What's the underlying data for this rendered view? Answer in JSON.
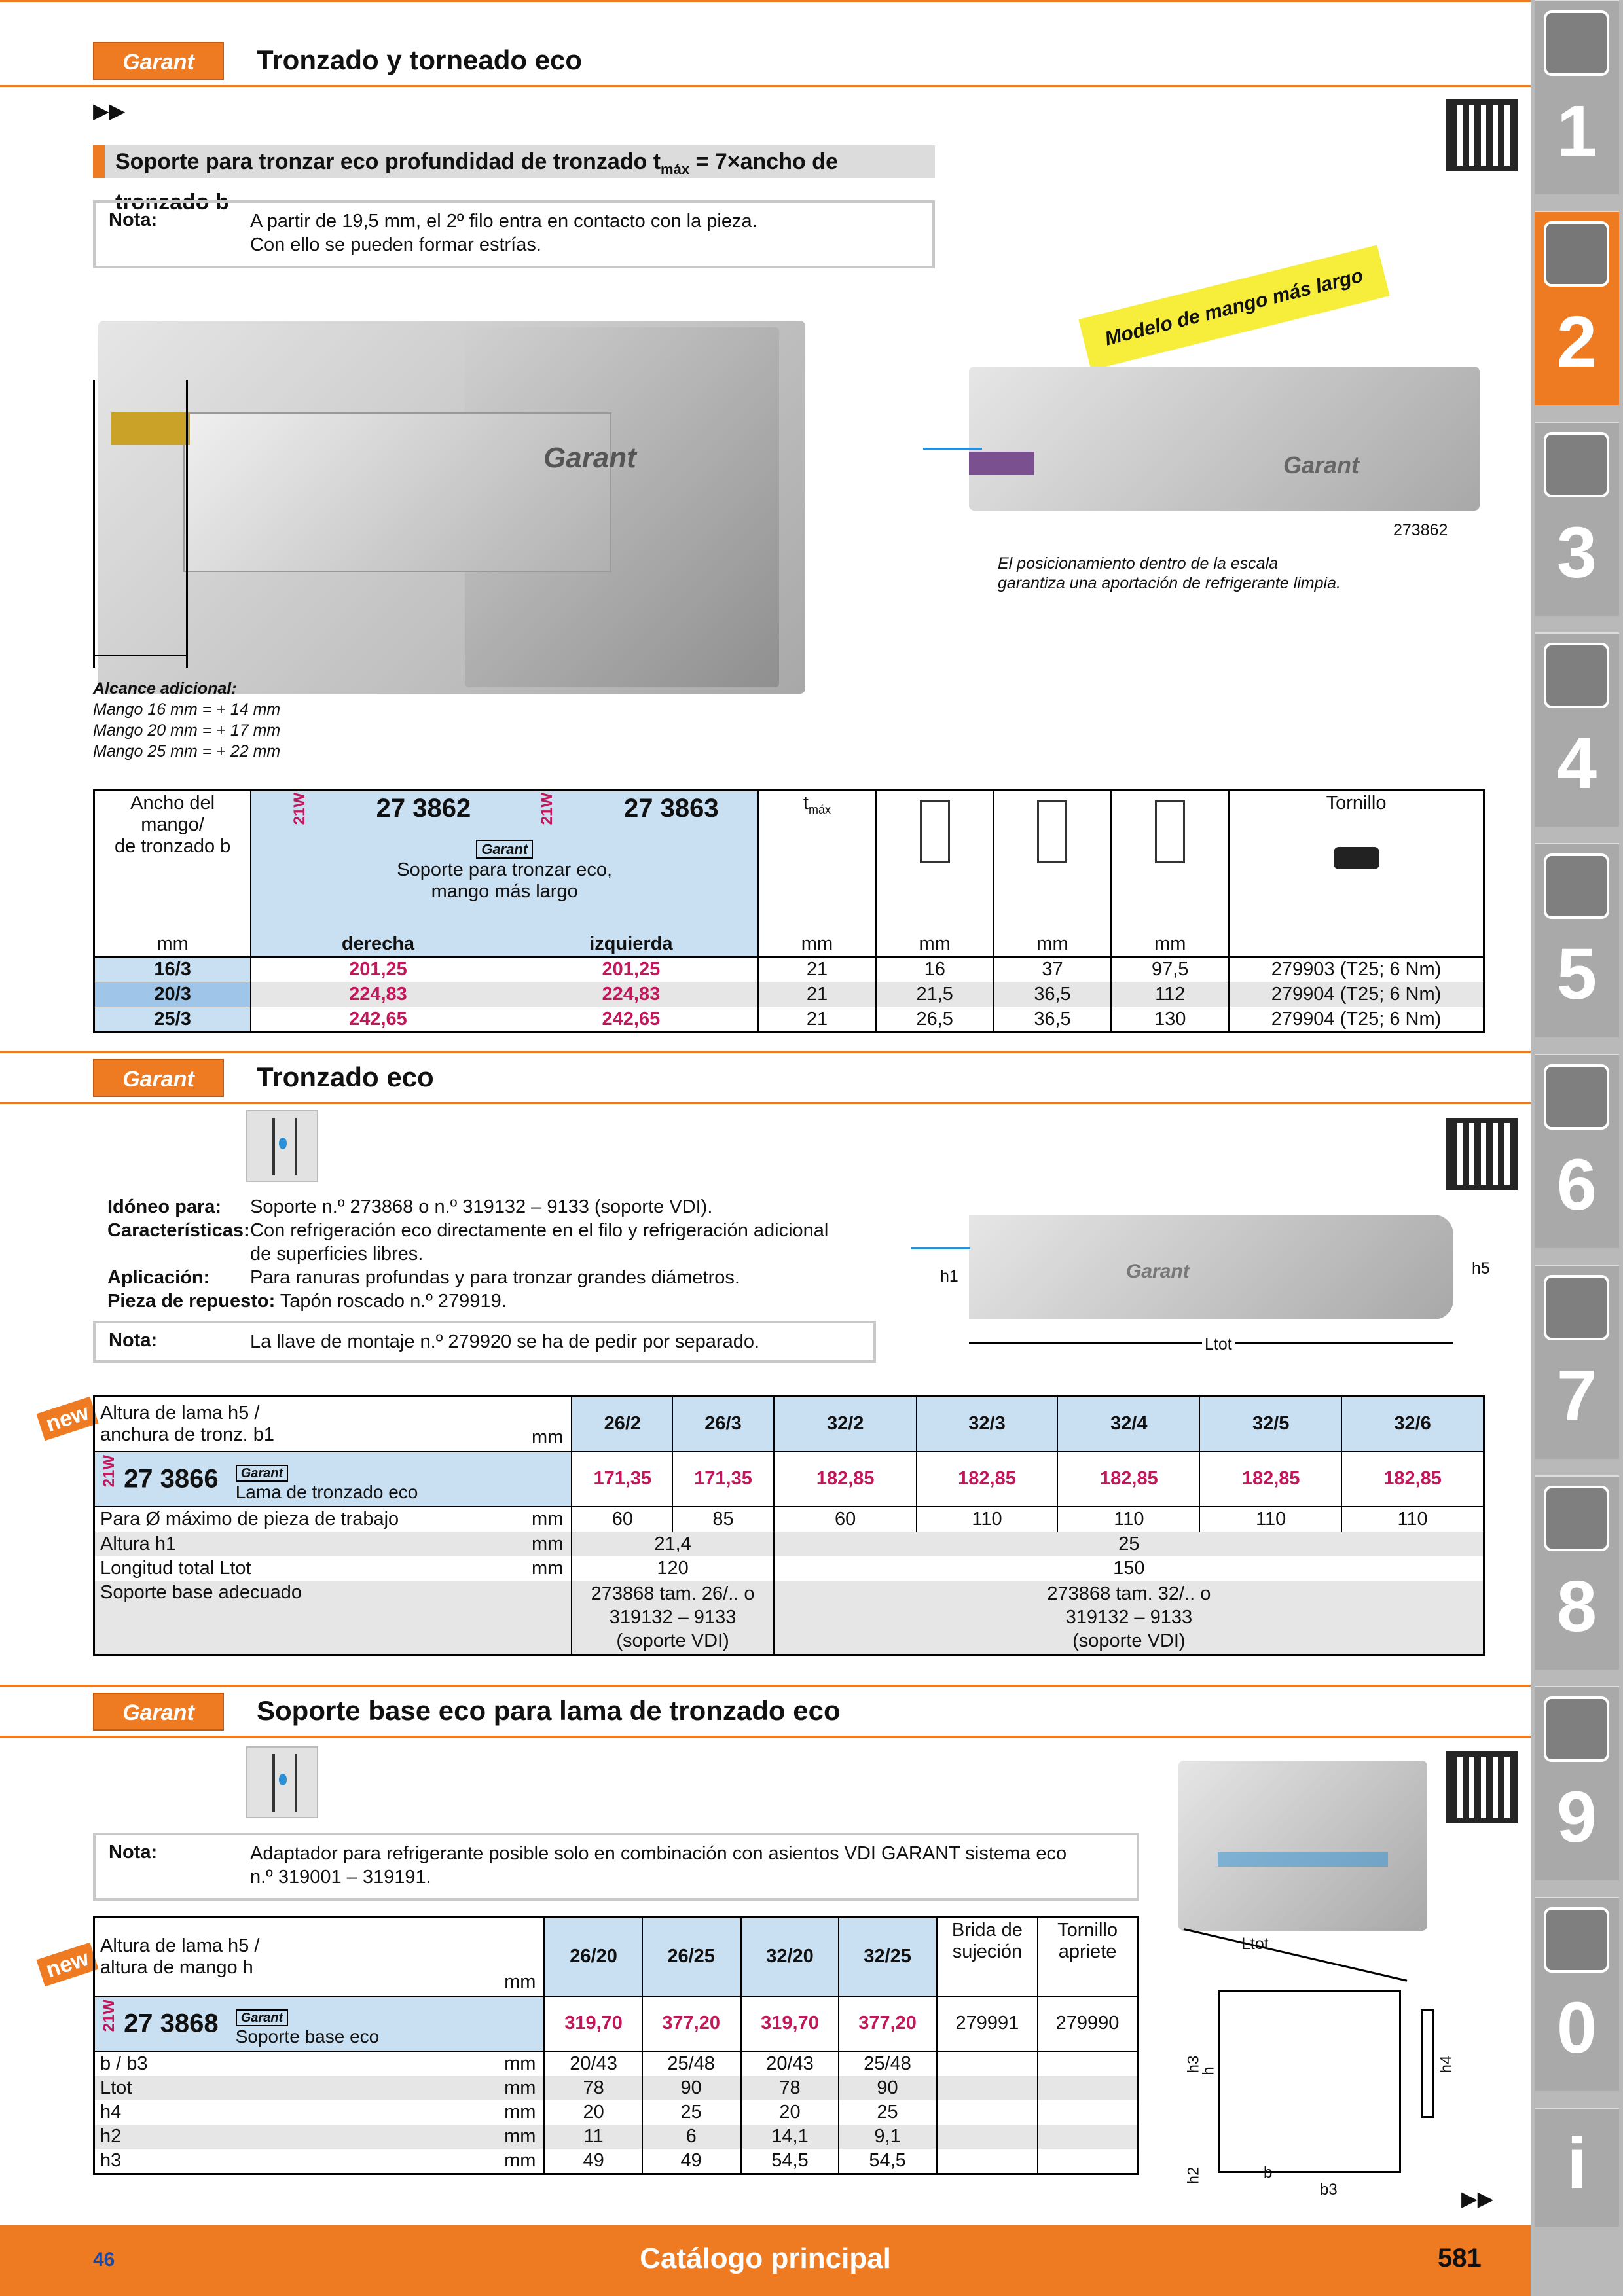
{
  "brand": "Garant",
  "section1": {
    "title": "Tronzado y torneado eco",
    "subtitle_main": "Soporte para tronzar eco profundidad de tronzado t",
    "subtitle_sub": "máx",
    "subtitle_end": " = 7×ancho de tronzado b",
    "note_label": "Nota:",
    "note_line1": "A partir de 19,5 mm, el 2º filo entra en contacto con la pieza.",
    "note_line2": "Con ello se pueden formar estrías.",
    "banner": "Modelo de mango más largo",
    "photo_caption": "273862",
    "coolant_caption1": "El posicionamiento dentro de la escala",
    "coolant_caption2": "garantiza una aportación de refrigerante limpia.",
    "reach_title": "Alcance adicional:",
    "reach_lines": [
      "Mango 16 mm = + 14 mm",
      "Mango 20 mm = + 17 mm",
      "Mango 25 mm = + 22 mm"
    ],
    "table": {
      "h_col1_line1": "Ancho del mango/",
      "h_col1_line2": "de tronzado b",
      "art1": "27 3862",
      "art2": "27 3863",
      "code_tag": "21W",
      "desc1": "Soporte para tronzar eco,",
      "desc2": "mango más largo",
      "tmax": "t",
      "tmax_sub": "máx",
      "tornillo": "Tornillo",
      "units": [
        "mm",
        "derecha",
        "izquierda",
        "mm",
        "mm",
        "mm",
        "mm"
      ],
      "rows": [
        [
          "16/3",
          "201,25",
          "201,25",
          "21",
          "16",
          "37",
          "97,5",
          "279903 (T25; 6 Nm)"
        ],
        [
          "20/3",
          "224,83",
          "224,83",
          "21",
          "21,5",
          "36,5",
          "112",
          "279904 (T25; 6 Nm)"
        ],
        [
          "25/3",
          "242,65",
          "242,65",
          "21",
          "26,5",
          "36,5",
          "130",
          "279904 (T25; 6 Nm)"
        ]
      ]
    }
  },
  "section2": {
    "title": "Tronzado eco",
    "idoneo_label": "Idóneo para:",
    "idoneo": "Soporte n.º 273868 o n.º 319132 – 9133 (soporte VDI).",
    "caract_label": "Características:",
    "caract1": "Con refrigeración eco directamente en el filo y refrigeración adicional",
    "caract2": "de superficies libres.",
    "aplic_label": "Aplicación:",
    "aplic": "Para ranuras profundas y para tronzar grandes diámetros.",
    "pieza_label": "Pieza de repuesto:",
    "pieza": "Tapón roscado n.º 279919.",
    "note_label": "Nota:",
    "note": "La llave de montaje n.º 279920 se ha de pedir por separado.",
    "dim_h1": "h1",
    "dim_h5": "h5",
    "dim_ltot": "Ltot",
    "new": "new",
    "table": {
      "h_line1": "Altura de lama h5 /",
      "h_line2": "anchura de tronz. b1",
      "mm": "mm",
      "cols": [
        "26/2",
        "26/3",
        "32/2",
        "32/3",
        "32/4",
        "32/5",
        "32/6"
      ],
      "code_tag": "21W",
      "art": "27 3866",
      "desc": "Lama de tronzado eco",
      "prices": [
        "171,35",
        "171,35",
        "182,85",
        "182,85",
        "182,85",
        "182,85",
        "182,85"
      ],
      "r1_label": "Para Ø máximo de pieza de trabajo",
      "r1": [
        "60",
        "85",
        "60",
        "110",
        "110",
        "110",
        "110"
      ],
      "r2_label": "Altura h1",
      "r2": [
        "21,4",
        "25"
      ],
      "r3_label": "Longitud total Ltot",
      "r3": [
        "120",
        "150"
      ],
      "r4_label": "Soporte base adecuado",
      "r4a": [
        "273868 tam. 26/.. o",
        "319132 – 9133",
        "(soporte VDI)"
      ],
      "r4b": [
        "273868 tam. 32/.. o",
        "319132 – 9133",
        "(soporte VDI)"
      ]
    }
  },
  "section3": {
    "title": "Soporte base eco para lama de tronzado eco",
    "note_label": "Nota:",
    "note1": "Adaptador para refrigerante posible solo en combinación con asientos VDI GARANT sistema eco",
    "note2": "n.º 319001 – 319191.",
    "new": "new",
    "dim_ltot": "Ltot",
    "dim_h": "h",
    "dim_h2": "h2",
    "dim_h3": "h3",
    "dim_h4": "h4",
    "dim_b": "b",
    "dim_b3": "b3",
    "table": {
      "h_line1": "Altura de lama h5 /",
      "h_line2": "altura de mango h",
      "mm": "mm",
      "cols": [
        "26/20",
        "26/25",
        "32/20",
        "32/25"
      ],
      "brida": "Brida de sujeción",
      "tornillo": "Tornillo apriete",
      "code_tag": "21W",
      "art": "27 3868",
      "desc": "Soporte base eco",
      "prices": [
        "319,70",
        "377,20",
        "319,70",
        "377,20"
      ],
      "brida_val": "279991",
      "tornillo_val": "279990",
      "rows": [
        {
          "label": "b / b3",
          "vals": [
            "20/43",
            "25/48",
            "20/43",
            "25/48"
          ]
        },
        {
          "label": "Ltot",
          "vals": [
            "78",
            "90",
            "78",
            "90"
          ]
        },
        {
          "label": "h4",
          "vals": [
            "20",
            "25",
            "20",
            "25"
          ]
        },
        {
          "label": "h2",
          "vals": [
            "11",
            "6",
            "14,1",
            "9,1"
          ]
        },
        {
          "label": "h3",
          "vals": [
            "49",
            "49",
            "54,5",
            "54,5"
          ]
        }
      ]
    }
  },
  "footer": {
    "page_left": "46",
    "center": "Catálogo principal",
    "page_right": "581"
  },
  "tabs": [
    "1",
    "2",
    "3",
    "4",
    "5",
    "6",
    "7",
    "8",
    "9",
    "0",
    "i"
  ],
  "colors": {
    "accent": "#ee7a22",
    "magenta": "#c2185b",
    "blue": "#c9dff2"
  }
}
